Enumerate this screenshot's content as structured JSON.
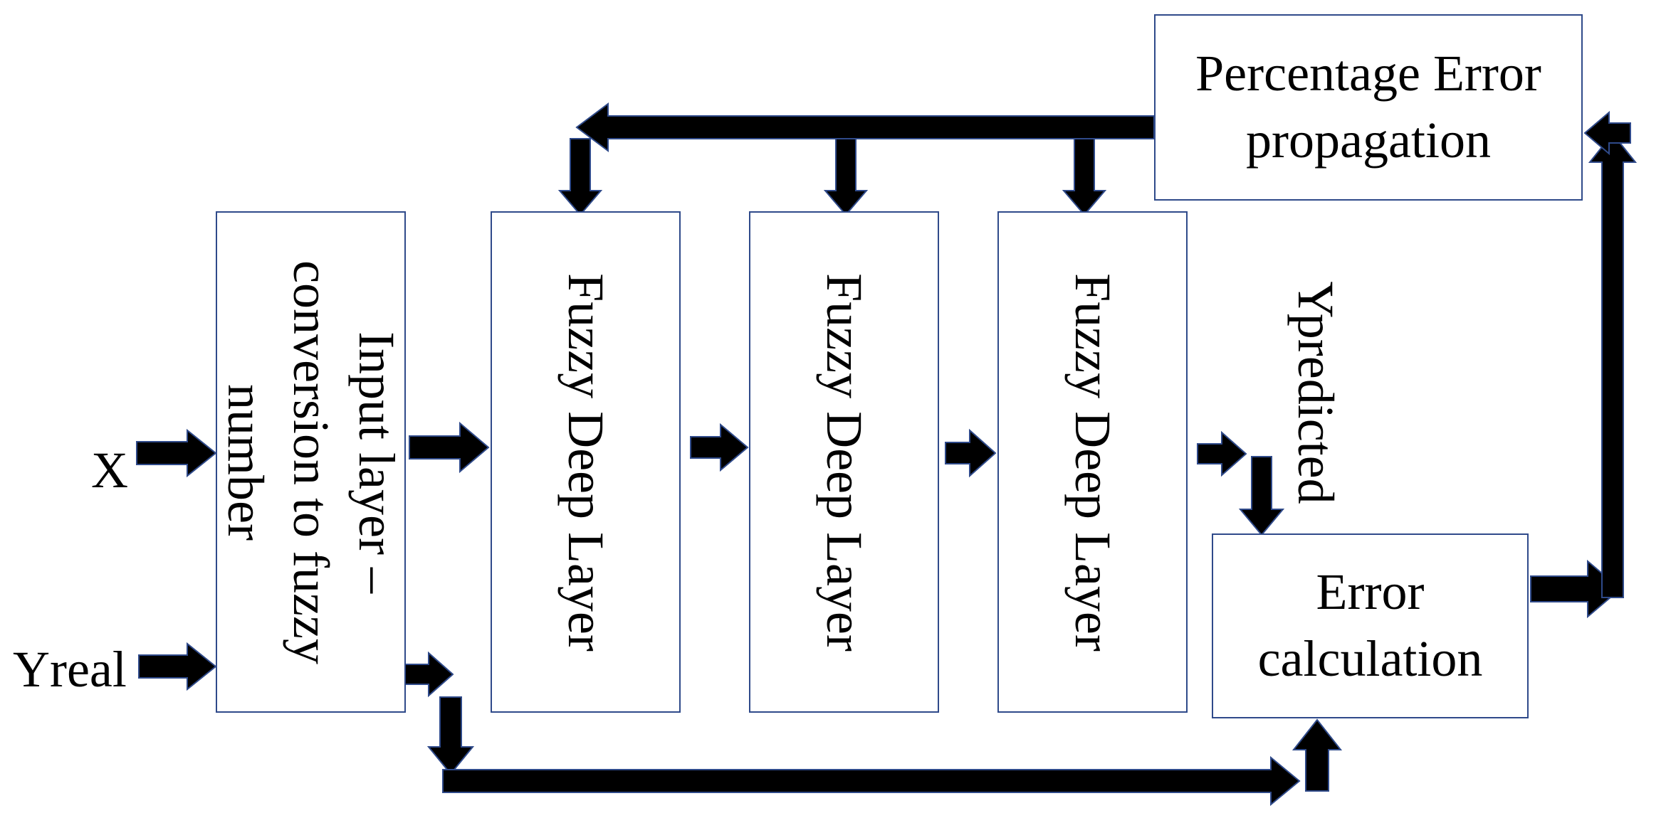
{
  "inputs": {
    "x_label": "X",
    "yreal_label": "Yreal"
  },
  "boxes": {
    "input_layer": "Input layer –\nconversion to fuzzy\nnumber",
    "fuzzy_layer_1": "Fuzzy Deep Layer",
    "fuzzy_layer_2": "Fuzzy Deep Layer",
    "fuzzy_layer_3": "Fuzzy Deep Layer",
    "error_calculation": "Error\ncalculation",
    "percentage_error_propagation": "Percentage Error\npropagation"
  },
  "labels": {
    "ypredicted": "Ypredicted"
  },
  "colors": {
    "box_border": "#2f4a8a",
    "arrow_fill": "#000000",
    "arrow_edge": "#2f4a8a"
  }
}
